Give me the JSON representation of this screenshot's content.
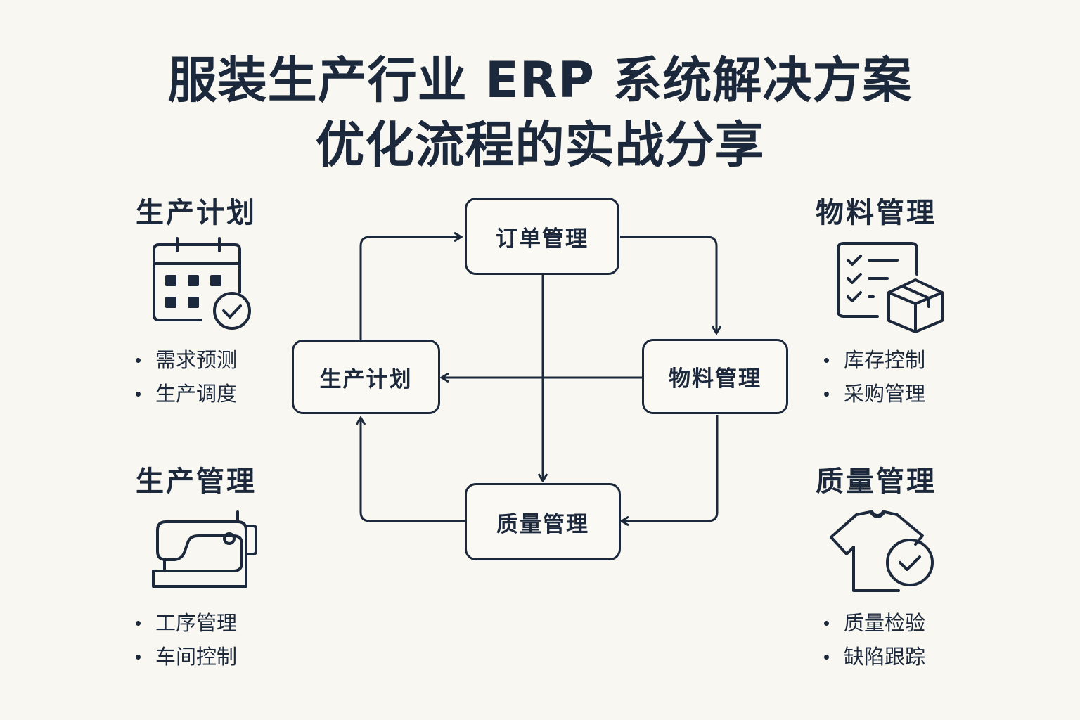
{
  "title": {
    "line1": "服装生产行业 ERP 系统解决方案",
    "line2": "优化流程的实战分享"
  },
  "colors": {
    "ink": "#1c283b",
    "background": "#f9f7f1"
  },
  "sections": {
    "production_planning": {
      "title": "生产计划",
      "icon": "calendar-check-icon",
      "bullets": [
        "需求预测",
        "生产调度"
      ]
    },
    "production_management": {
      "title": "生产管理",
      "icon": "sewing-machine-icon",
      "bullets": [
        "工序管理",
        "车间控制"
      ]
    },
    "material_management": {
      "title": "物料管理",
      "icon": "checklist-box-icon",
      "bullets": [
        "库存控制",
        "采购管理"
      ]
    },
    "quality_management": {
      "title": "质量管理",
      "icon": "tshirt-check-icon",
      "bullets": [
        "质量检验",
        "缺陷跟踪"
      ]
    }
  },
  "flow": {
    "nodes": {
      "order": "订单管理",
      "planning": "生产计划",
      "material": "物料管理",
      "quality": "质量管理"
    },
    "edges": [
      {
        "from": "planning",
        "to": "order"
      },
      {
        "from": "order",
        "to": "material"
      },
      {
        "from": "order",
        "to": "quality"
      },
      {
        "from": "material",
        "to": "planning"
      },
      {
        "from": "material",
        "to": "quality"
      },
      {
        "from": "quality",
        "to": "planning"
      }
    ]
  }
}
